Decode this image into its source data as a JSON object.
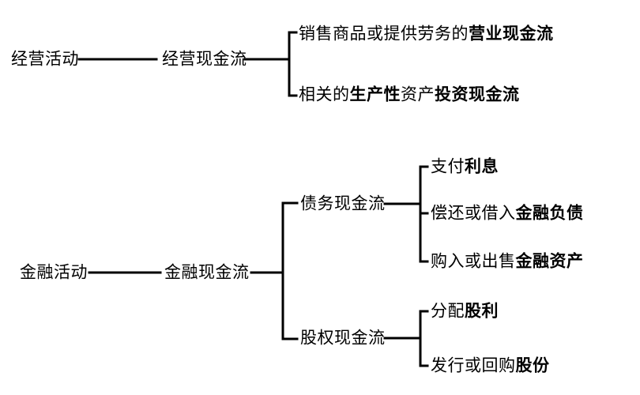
{
  "colors": {
    "line": "#000000",
    "text": "#000000",
    "background": "#ffffff"
  },
  "diagram": {
    "operating": {
      "activity": "经营活动",
      "cashflow": "经营现金流",
      "leaf1": {
        "pre": "销售商品或提供劳务的",
        "bold": "营业现金流"
      },
      "leaf2": {
        "pre": "相关的",
        "bold1": "生产性",
        "mid": "资产",
        "bold2": "投资现金流"
      }
    },
    "financial": {
      "activity": "金融活动",
      "cashflow": "金融现金流",
      "debt": {
        "node": "债务现金流",
        "leaf1": {
          "pre": "支付",
          "bold": "利息"
        },
        "leaf2": {
          "pre": "偿还或借入",
          "bold": "金融负债"
        },
        "leaf3": {
          "pre": "购入或出售",
          "bold": "金融资产"
        }
      },
      "equity": {
        "node": "股权现金流",
        "leaf1": {
          "pre": "分配",
          "bold": "股利"
        },
        "leaf2": {
          "pre": "发行或回购",
          "bold": "股份"
        }
      }
    }
  }
}
